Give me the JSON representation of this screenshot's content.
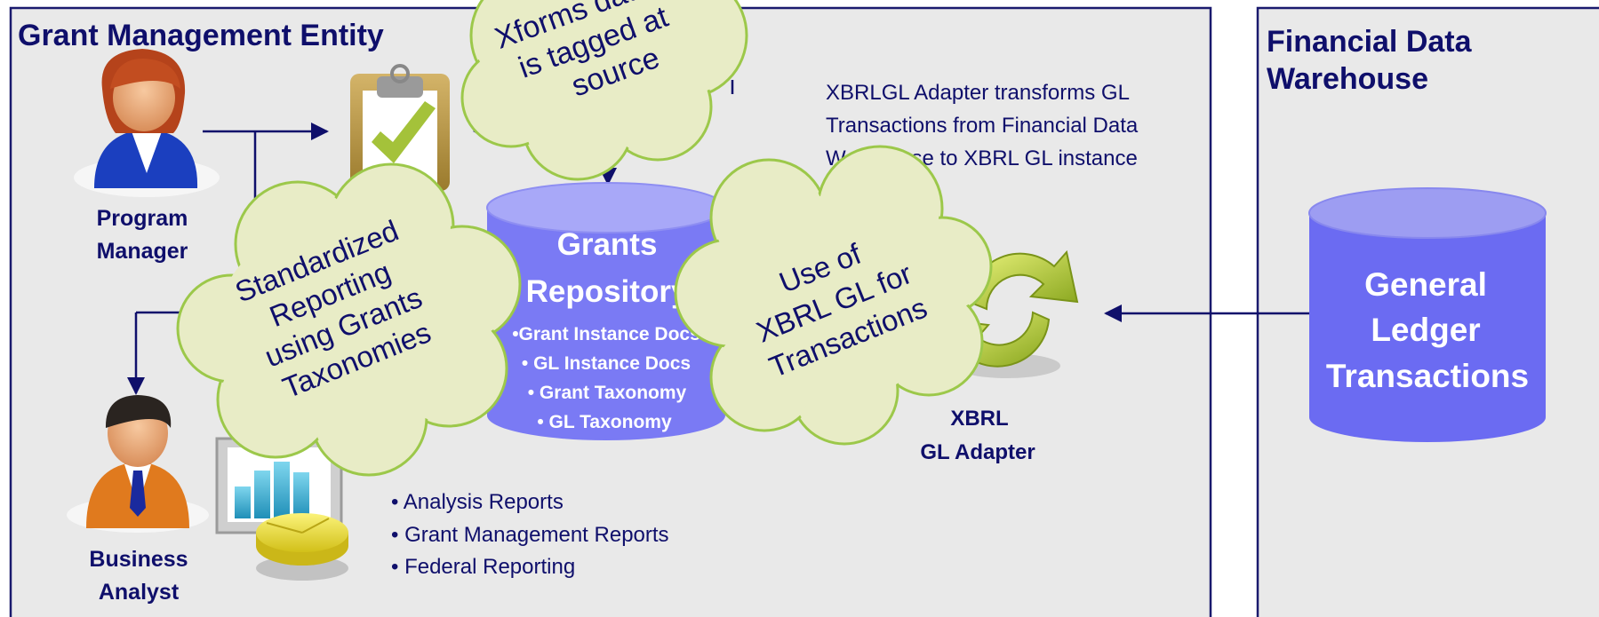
{
  "colors": {
    "panel_bg": "#e9e9e9",
    "panel_border": "#1a1a6e",
    "title_text": "#0f0f6b",
    "arrow": "#0f0f6b",
    "repo_cylinder_top": "#a8a8f8",
    "repo_cylinder_body": "#7a7af4",
    "gl_cylinder_top": "#9d9df2",
    "gl_cylinder_body": "#6b6bf2",
    "cloud_fill": "#e8ecc6",
    "cloud_border": "#9cc84a",
    "cylinder_text": "#ffffff"
  },
  "entity_panel": {
    "title": "Grant Management Entity"
  },
  "warehouse_panel": {
    "title_line1": "Financial Data",
    "title_line2": "Warehouse"
  },
  "actors": {
    "program_manager": {
      "line1": "Program",
      "line2": "Manager"
    },
    "business_analyst": {
      "line1": "Business",
      "line2": "Analyst"
    }
  },
  "repository": {
    "title_line1": "Grants",
    "title_line2": "Repository",
    "items": [
      "•Grant Instance Docs",
      "• GL Instance Docs",
      "• Grant Taxonomy",
      "• GL Taxonomy"
    ]
  },
  "general_ledger": {
    "line1": "General",
    "line2": "Ledger",
    "line3": "Transactions"
  },
  "adapter": {
    "line1": "XBRL",
    "line2": "GL Adapter"
  },
  "adapter_note": {
    "line1": "XBRLGL Adapter transforms GL",
    "line2": "Transactions from Financial Data",
    "line3": "Warehouse to XBRL GL instance"
  },
  "reports": {
    "items": [
      "• Analysis Reports",
      "• Grant Management Reports",
      "• Federal Reporting"
    ]
  },
  "clouds": {
    "xforms": {
      "line1": "Xforms data",
      "line2": "is tagged at",
      "line3": "source"
    },
    "standardized": {
      "line1": "Standardized",
      "line2": "Reporting",
      "line3": "using Grants",
      "line4": "Taxonomies"
    },
    "xbrl_gl": {
      "line1": "Use of",
      "line2": "XBRL GL for",
      "line3": "Transactions"
    }
  },
  "icons": {
    "program_manager": "businesswoman-icon",
    "business_analyst": "businessman-icon",
    "clipboard": "clipboard-checkmark-icon",
    "reports": "chart-report-icon",
    "adapter": "sync-arrows-icon"
  }
}
